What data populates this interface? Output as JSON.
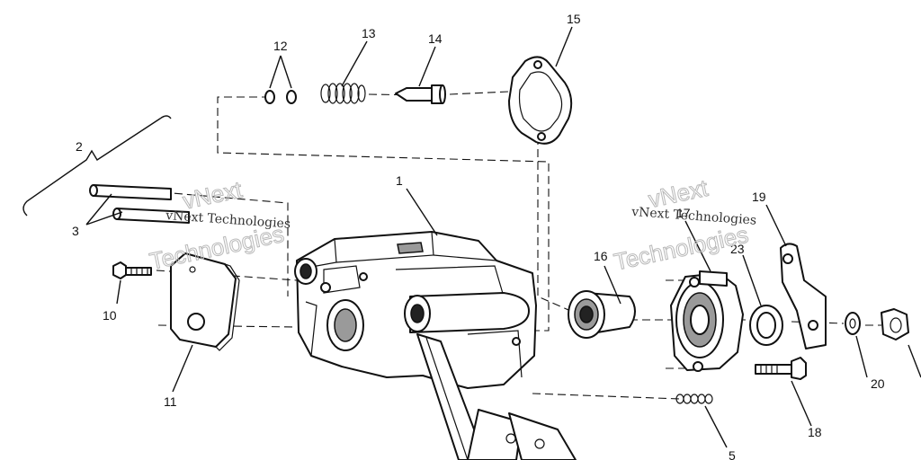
{
  "diagram": {
    "callouts": [
      "1",
      "2",
      "3",
      "5",
      "10",
      "11",
      "12",
      "13",
      "14",
      "15",
      "16",
      "17",
      "18",
      "19",
      "20",
      "23"
    ],
    "watermarks": [
      {
        "brand": "vNext",
        "sub": "Technologies",
        "label": "vNext Technologies"
      },
      {
        "brand": "vNext",
        "sub": "Technologies",
        "label": "vNext Technologies"
      }
    ]
  }
}
